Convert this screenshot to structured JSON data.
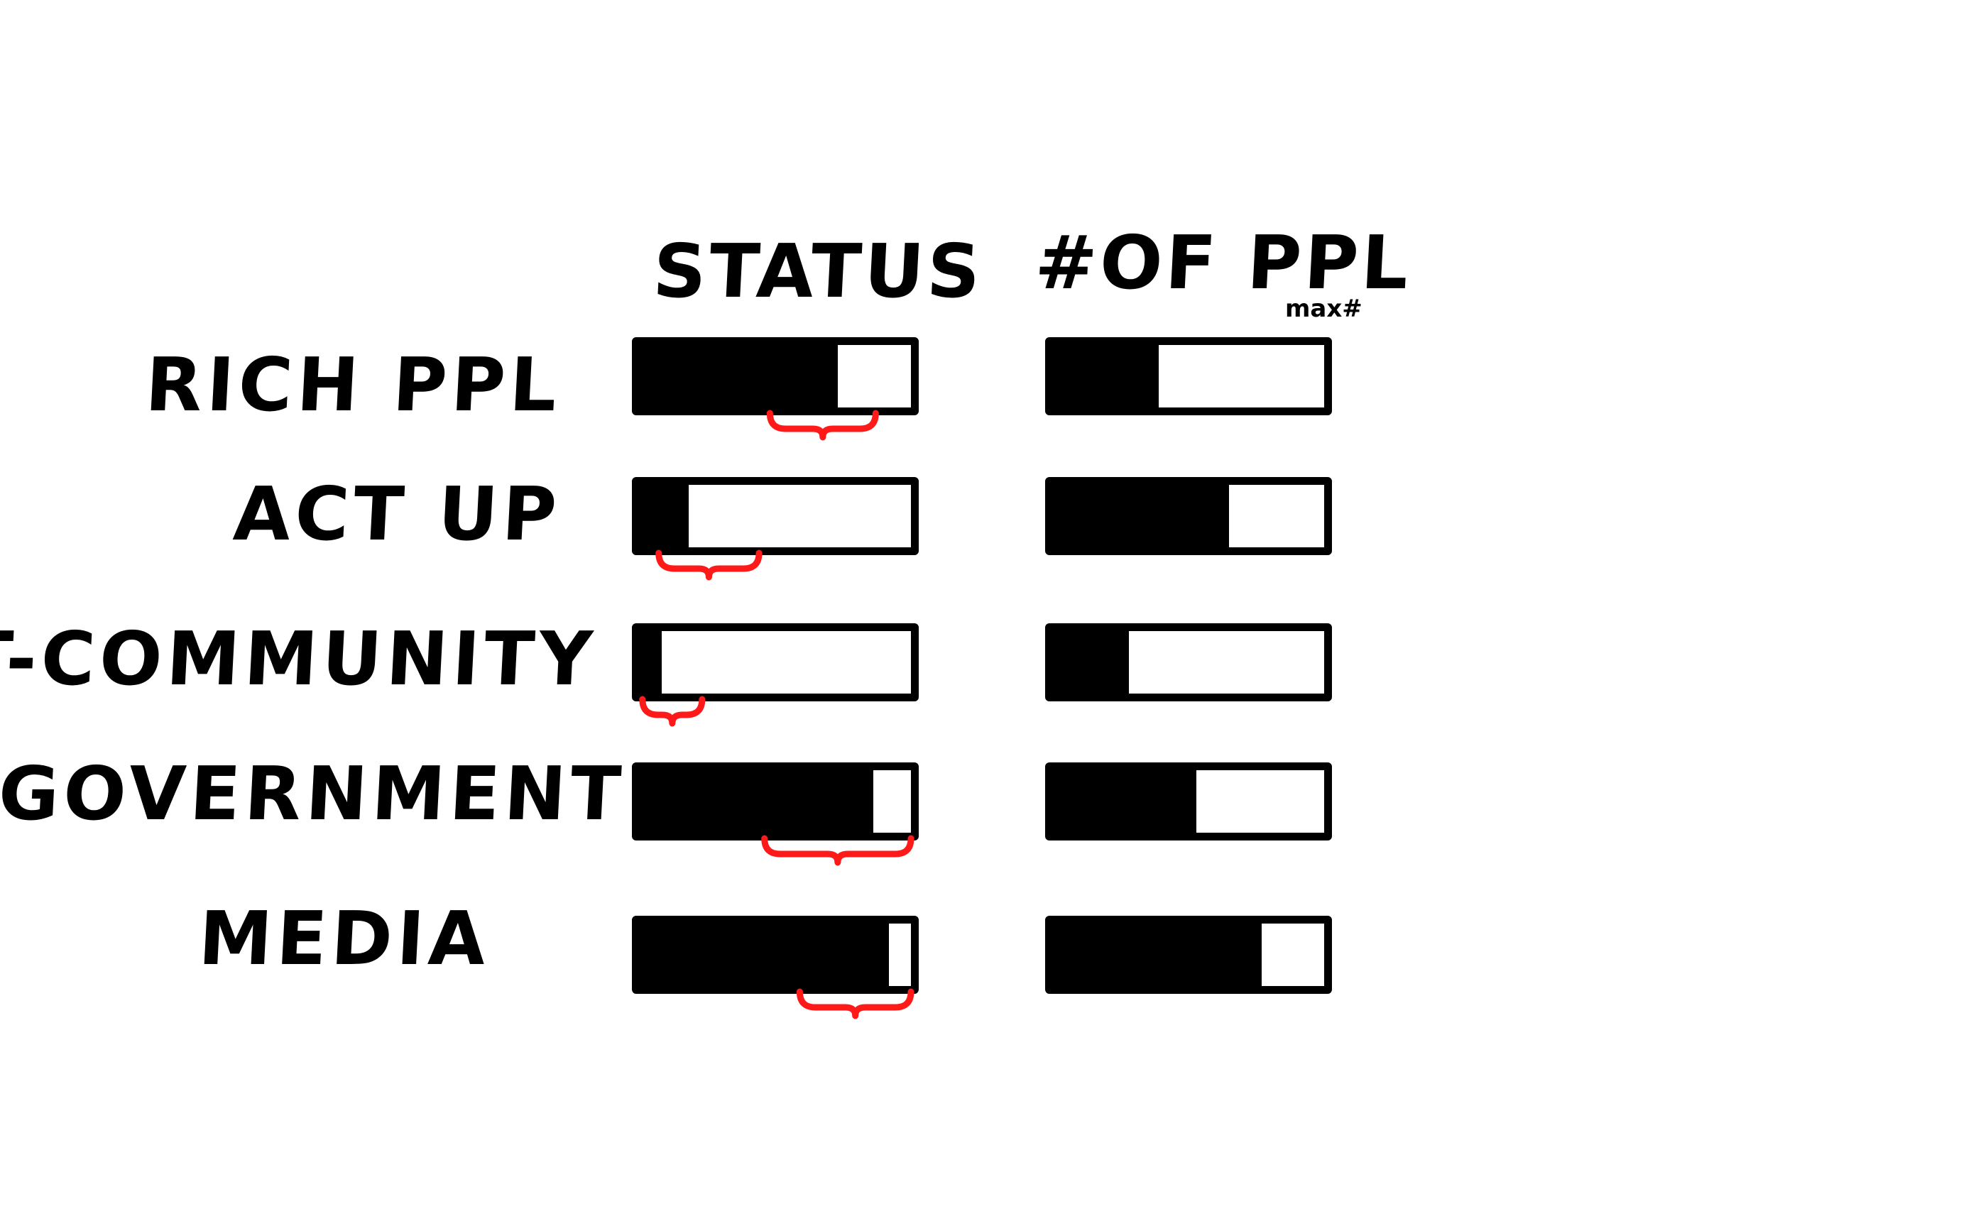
{
  "headers": {
    "status": "STATUS",
    "people": "#OF PPL",
    "people_note": "max#"
  },
  "colors": {
    "ink": "#000000",
    "brace": "#ff1a1a",
    "background": "#ffffff"
  },
  "rows": [
    {
      "label": "RICH PPL",
      "status_level": 0.73,
      "people_level": 0.39,
      "status_bracket": [
        0.48,
        0.87
      ]
    },
    {
      "label": "ACT UP",
      "status_level": 0.18,
      "people_level": 0.65,
      "status_bracket": [
        0.07,
        0.44
      ]
    },
    {
      "label": "T-COMMUNITY",
      "status_level": 0.08,
      "people_level": 0.28,
      "status_bracket": [
        0.01,
        0.23
      ]
    },
    {
      "label": "GOVERNMENT",
      "status_level": 0.86,
      "people_level": 0.53,
      "status_bracket": [
        0.46,
        1.0
      ]
    },
    {
      "label": "MEDIA",
      "status_level": 0.92,
      "people_level": 0.77,
      "status_bracket": [
        0.59,
        1.0
      ]
    }
  ]
}
